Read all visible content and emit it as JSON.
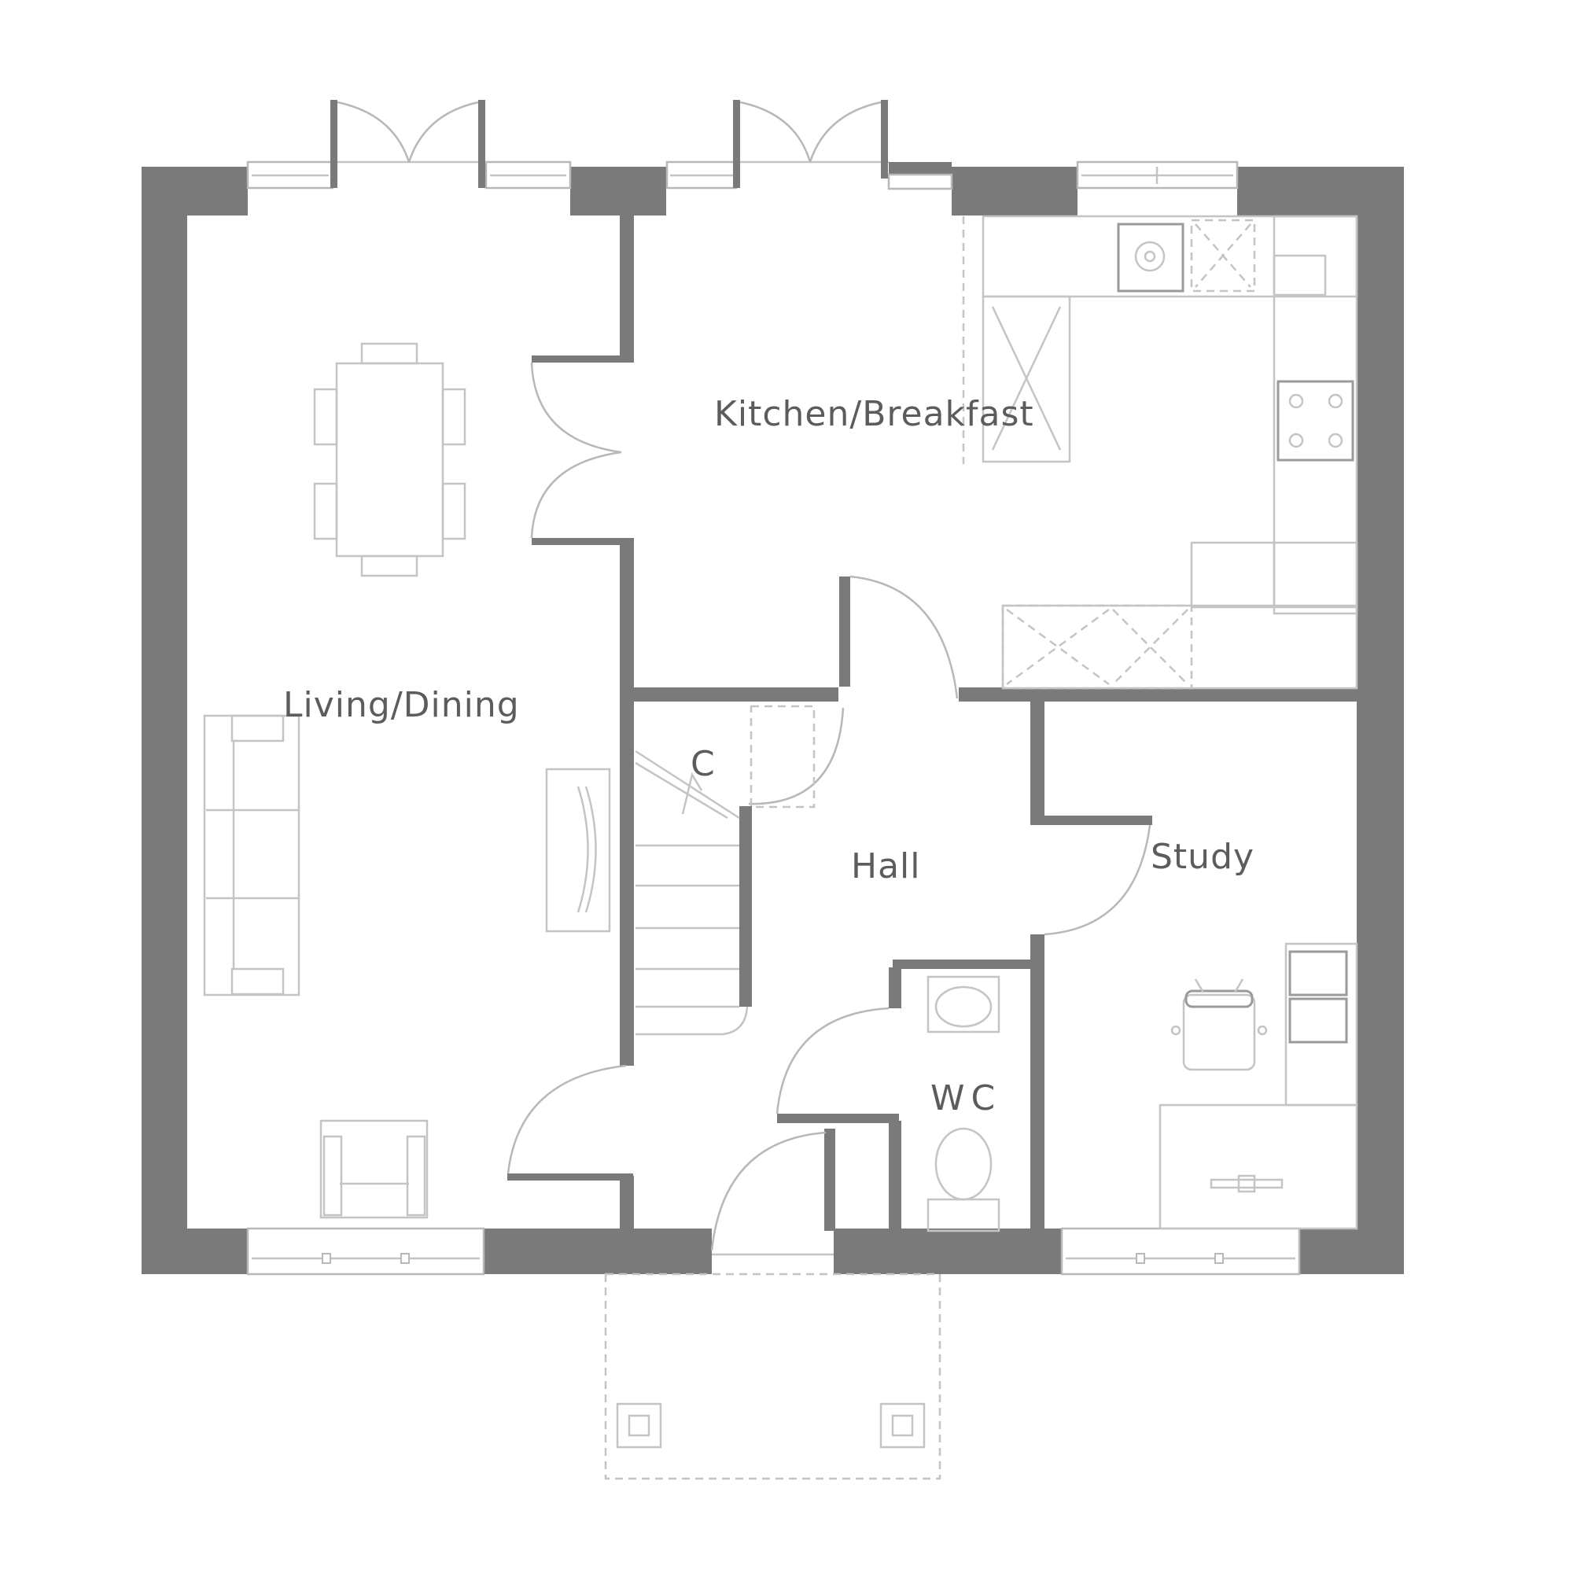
{
  "plan": {
    "type": "ground-floor-plan",
    "wall_color": "#7a7a7a",
    "label_color": "#5c5c5c",
    "fixture_color": "#c4c4c4"
  },
  "rooms": {
    "living_dining": {
      "label": "Living/Dining"
    },
    "kitchen_breakfast": {
      "label": "Kitchen/Breakfast"
    },
    "hall": {
      "label": "Hall"
    },
    "study": {
      "label": "Study"
    },
    "wc": {
      "label": "WC"
    },
    "cupboard": {
      "label": "C"
    }
  },
  "icons": {
    "dining_table": "dining-table-icon",
    "sofa": "sofa-icon",
    "armchair": "armchair-icon",
    "tv_unit": "tv-unit-icon",
    "sink": "sink-icon",
    "hob": "hob-icon",
    "toilet": "toilet-icon",
    "basin": "basin-icon",
    "desk_chair": "desk-chair-icon",
    "staircase": "staircase-icon",
    "porch_pillars": "porch-pillar-icon"
  }
}
